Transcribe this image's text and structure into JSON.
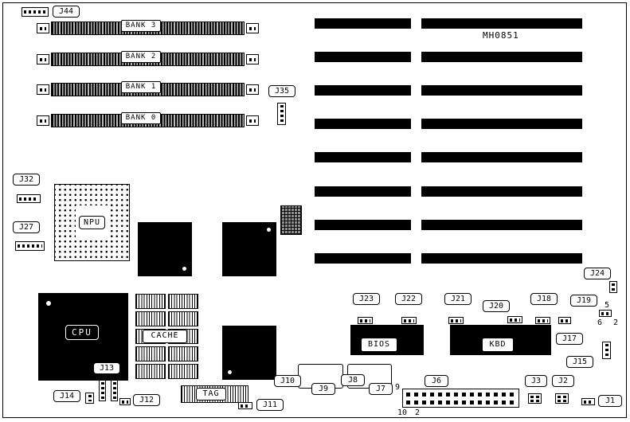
{
  "diagram": {
    "part_number": "MH0851",
    "banks": [
      "BANK 3",
      "BANK 2",
      "BANK 1",
      "BANK 0"
    ],
    "components": {
      "npu": "NPU",
      "cpu": "CPU",
      "cache": "CACHE",
      "tag": "TAG",
      "bios": "BIOS",
      "kbd": "KBD"
    },
    "jumpers": {
      "j1": "J1",
      "j2": "J2",
      "j3": "J3",
      "j6": "J6",
      "j7": "J7",
      "j8": "J8",
      "j9": "J9",
      "j10": "J10",
      "j11": "J11",
      "j12": "J12",
      "j13": "J13",
      "j14": "J14",
      "j15": "J15",
      "j17": "J17",
      "j18": "J18",
      "j19": "J19",
      "j20": "J20",
      "j21": "J21",
      "j22": "J22",
      "j23": "J23",
      "j24": "J24",
      "j27": "J27",
      "j32": "J32",
      "j35": "J35",
      "j44": "J44"
    },
    "pin_labels": {
      "five": "5",
      "six_two": "6 2",
      "nine": "9",
      "ten": "10",
      "two": "2"
    }
  }
}
